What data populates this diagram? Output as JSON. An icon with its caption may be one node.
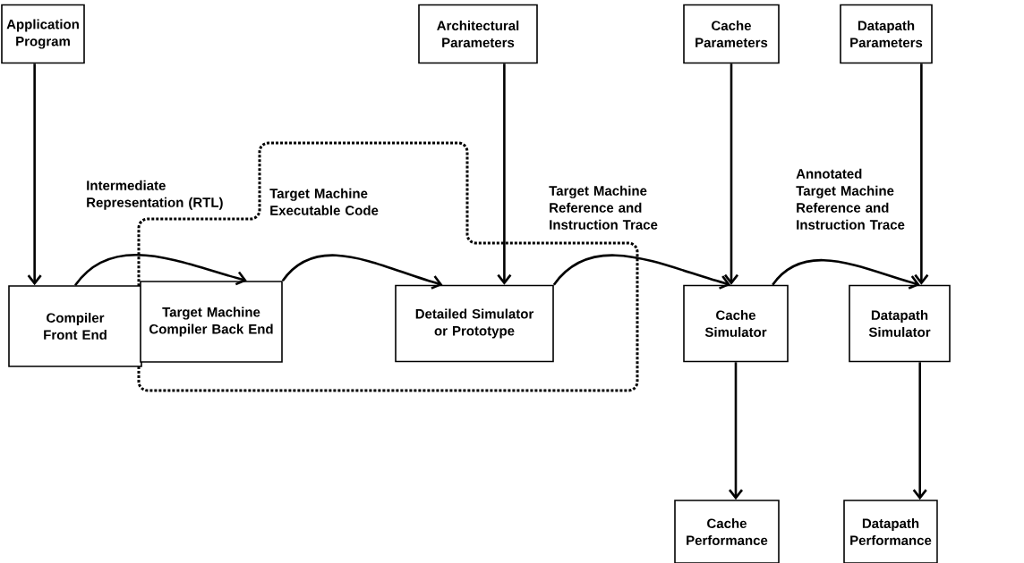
{
  "diagram": {
    "nodes": [
      {
        "text": [
          "Application Program"
        ]
      },
      {
        "text": [
          "Architectural Parameters"
        ]
      },
      {
        "text": [
          "Cache Parameters"
        ]
      },
      {
        "text": [
          "Datapath Parameters"
        ]
      },
      {
        "text": [
          "Compiler Front End"
        ]
      },
      {
        "text": [
          "Target Machine Compiler Back End"
        ]
      },
      {
        "text": [
          "Detailed Simulator or Prototype"
        ]
      },
      {
        "text": [
          "Cache Simulator"
        ]
      },
      {
        "text": [
          "Datapath Simulator"
        ]
      },
      {
        "text": [
          "Cache Performance"
        ]
      },
      {
        "text": [
          "Datapath Performance"
        ]
      }
    ],
    "edges": [
      {
        "from": 0,
        "to": 4,
        "arrow": "to"
      },
      {
        "from": 1,
        "to": 6,
        "arrow": "to"
      },
      {
        "from": 2,
        "to": 7,
        "arrow": "to"
      },
      {
        "from": 3,
        "to": 8,
        "arrow": "to"
      },
      {
        "from": 4,
        "to": 5,
        "arrow": "to",
        "label": "Intermediate Representation (RTL)"
      },
      {
        "from": 5,
        "to": 6,
        "arrow": "to",
        "label": "Target Machine Executable Code"
      },
      {
        "from": 6,
        "to": 7,
        "arrow": "to",
        "label": "Target Machine Reference and Instruction Trace"
      },
      {
        "from": 7,
        "to": 8,
        "arrow": "to",
        "label": "Annotated Target Machine Reference and Instruction Trace"
      },
      {
        "from": 7,
        "to": 9,
        "arrow": "to"
      },
      {
        "from": 8,
        "to": 10,
        "arrow": "to"
      }
    ]
  }
}
